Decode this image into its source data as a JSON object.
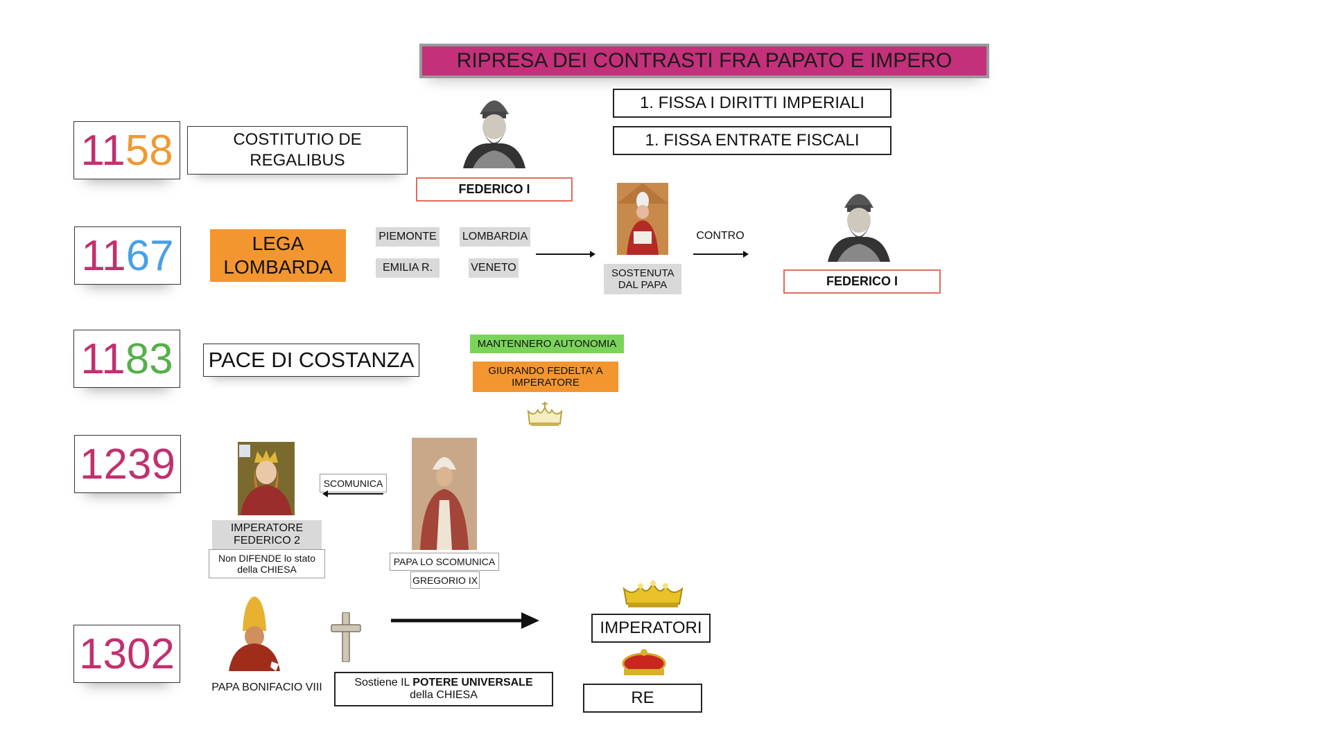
{
  "title": "RIPRESA DEI CONTRASTI FRA PAPATO E IMPERO",
  "years": [
    {
      "prefix": "11",
      "suffix": "58",
      "suffix_color": "#ef9a32"
    },
    {
      "prefix": "11",
      "suffix": "67",
      "suffix_color": "#4a9fe8"
    },
    {
      "prefix": "11",
      "suffix": "83",
      "suffix_color": "#55b04a"
    },
    {
      "prefix": "1239",
      "suffix": "",
      "suffix_color": "#c2306e"
    },
    {
      "prefix": "1302",
      "suffix": "",
      "suffix_color": "#c2306e"
    }
  ],
  "row1158": {
    "costitutio": "COSTITUTIO DE REGALIBUS",
    "federico": "FEDERICO I",
    "point1": "1. FISSA I DIRITTI IMPERIALI",
    "point2": "1. FISSA ENTRATE FISCALI"
  },
  "row1167": {
    "lega": "LEGA LOMBARDA",
    "regions": [
      "PIEMONTE",
      "LOMBARDIA",
      "EMILIA R.",
      "VENETO"
    ],
    "sostenuta": "SOSTENUTA DAL PAPA",
    "contro": "CONTRO",
    "federico": "FEDERICO I"
  },
  "row1183": {
    "pace": "PACE DI COSTANZA",
    "mantennero": "MANTENNERO AUTONOMIA",
    "giurando": "GIURANDO FEDELTA’ A IMPERATORE"
  },
  "row1239": {
    "scomunica": "SCOMUNICA",
    "imperatore": "IMPERATORE FEDERICO 2",
    "non_difende": "Non DIFENDE lo stato della CHIESA",
    "papa_scomunica": "PAPA LO SCOMUNICA",
    "gregorio": "GREGORIO IX"
  },
  "row1302": {
    "bonifacio": "PAPA BONIFACIO VIII",
    "sostiene_pre": "Sostiene IL ",
    "sostiene_bold": "POTERE UNIVERSALE",
    "sostiene_post": "della CHIESA",
    "imperatori": "IMPERATORI",
    "re": "RE"
  },
  "colors": {
    "title_bg": "#c4307a",
    "year_prefix": "#c2306e",
    "orange": "#f3962f",
    "green": "#7ad45a",
    "red_border": "#e36a5d"
  }
}
